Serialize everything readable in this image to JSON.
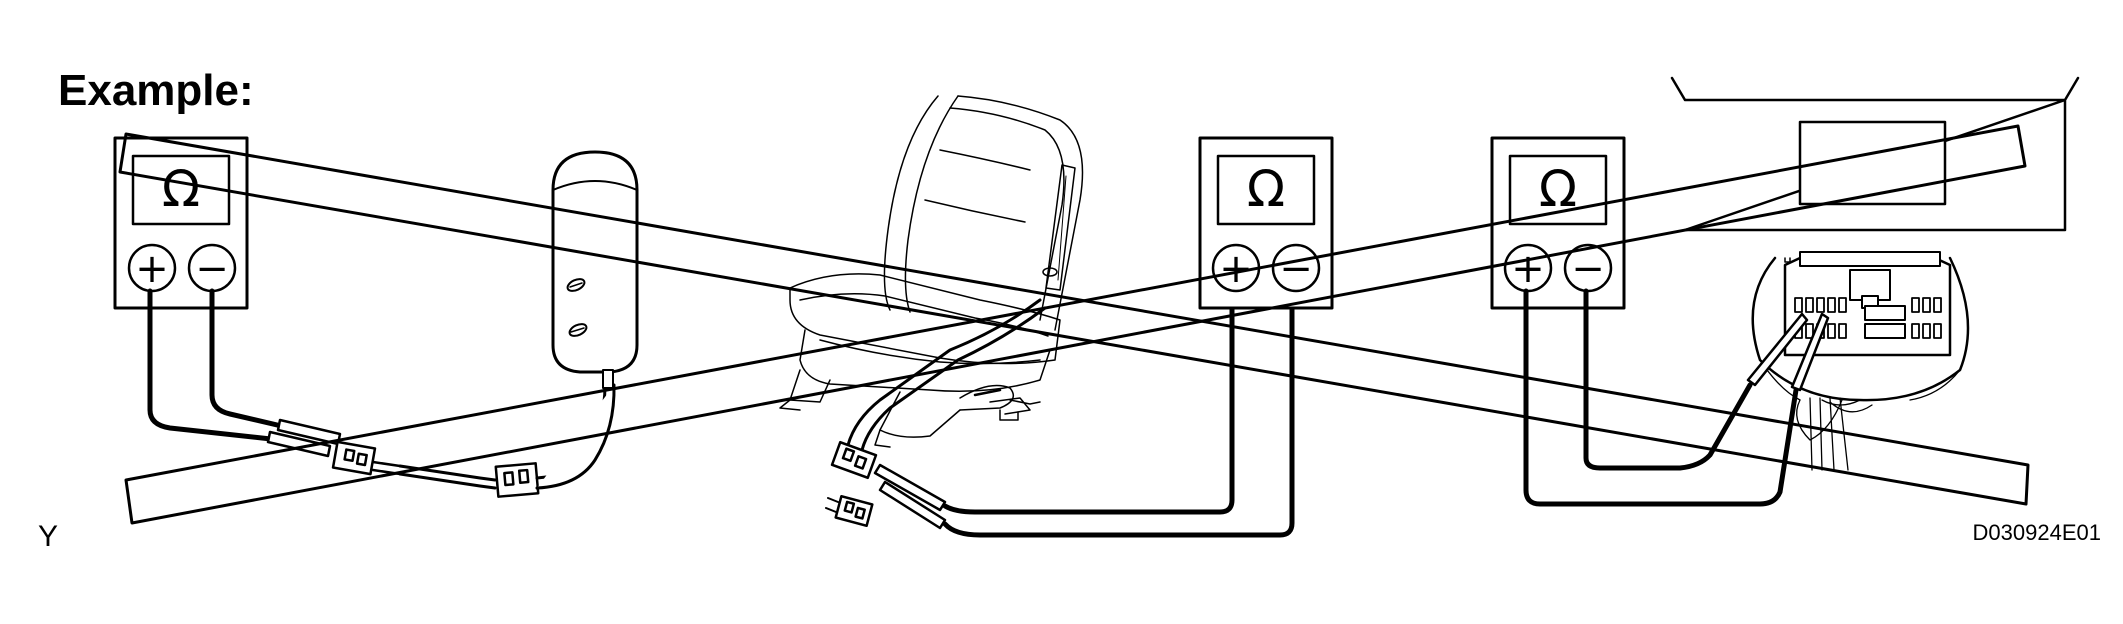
{
  "title": "Example:",
  "corner_label": "Y",
  "figure_id": "D030924E01",
  "meter_symbol": "Ω",
  "plus_symbol": "+",
  "minus_symbol": "−",
  "colors": {
    "ink": "#000000",
    "paper": "#ffffff"
  }
}
